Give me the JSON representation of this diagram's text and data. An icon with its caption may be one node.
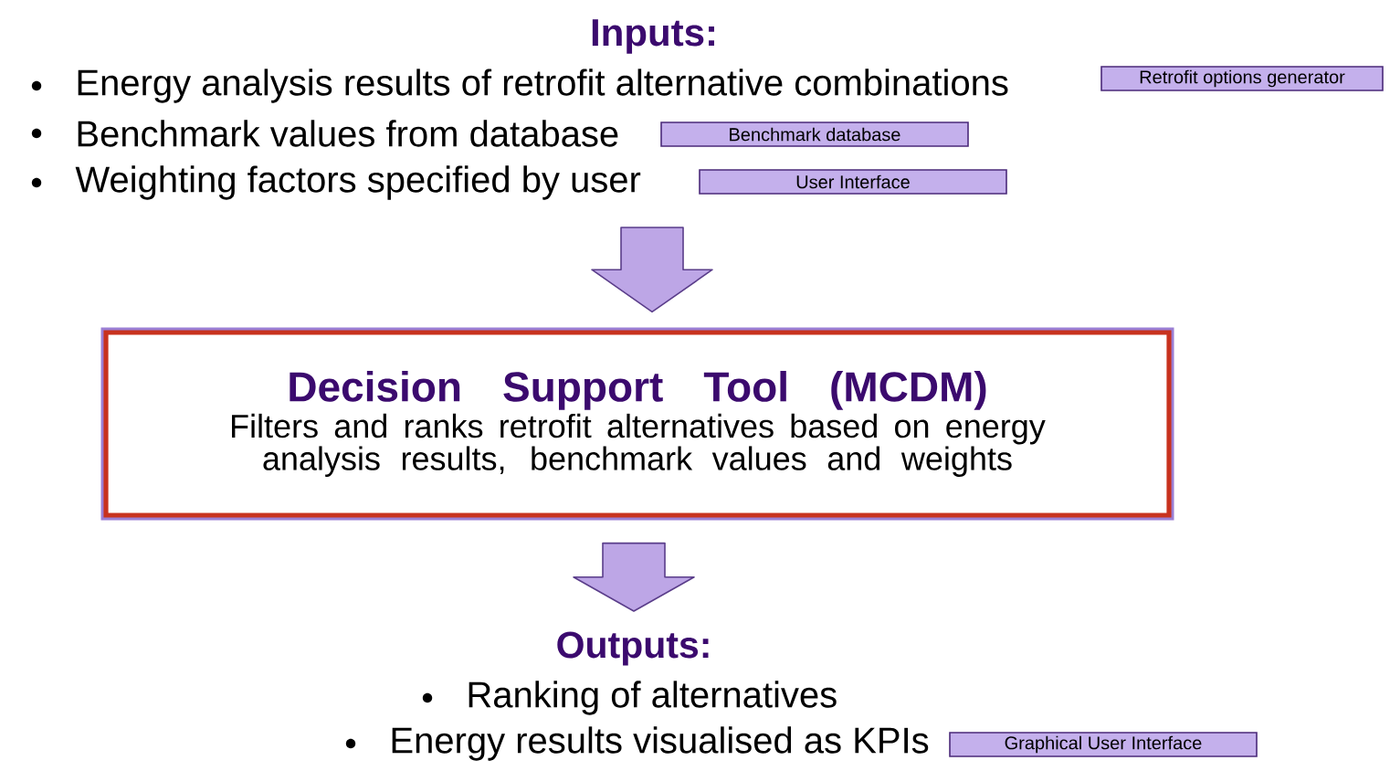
{
  "diagram": {
    "nodes": [
      {
        "text": [
          "Inputs:"
        ]
      },
      {
        "text": [
          "Energy analysis results of retrofit alternative combinations"
        ]
      },
      {
        "text": [
          "Retrofit options generator"
        ]
      },
      {
        "text": [
          "Benchmark values from database"
        ]
      },
      {
        "text": [
          "Benchmark database"
        ]
      },
      {
        "text": [
          "Weighting factors specified by user"
        ]
      },
      {
        "text": [
          "User Interface"
        ]
      },
      {
        "text": [
          "Decision Support Tool (MCDM)",
          "Filters and ranks retrofit alternatives based on energy analysis results, benchmark values and weights"
        ]
      },
      {
        "text": [
          "Outputs:"
        ]
      },
      {
        "text": [
          "Ranking of alternatives"
        ]
      },
      {
        "text": [
          "Energy results visualised as KPIs"
        ]
      },
      {
        "text": [
          "Graphical User Interface"
        ]
      }
    ],
    "edges": [
      {
        "from": 5,
        "to": 7,
        "arrow": "to"
      },
      {
        "from": 7,
        "to": 8,
        "arrow": "to"
      }
    ]
  }
}
